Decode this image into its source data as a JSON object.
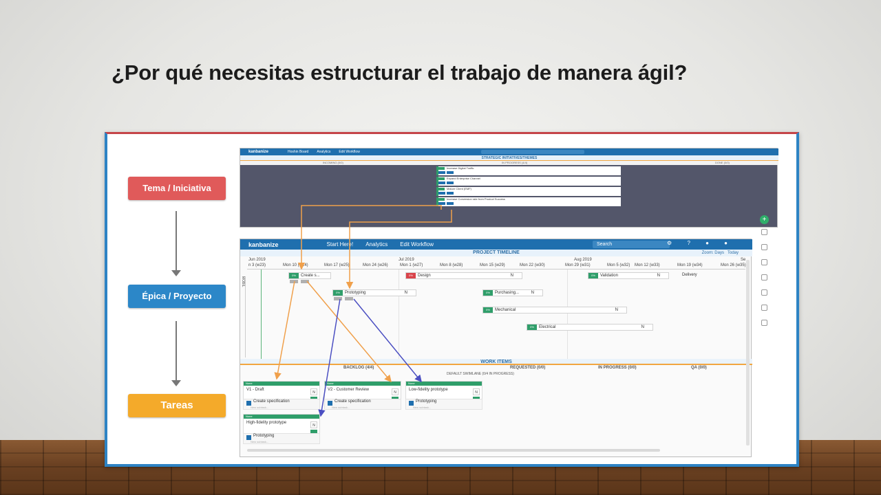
{
  "slide": {
    "title": "¿Por qué necesitas estructurar el trabajo de manera ágil?"
  },
  "hierarchy": {
    "level1": "Tema / Iniciativa",
    "level2": "Épica / Proyecto",
    "level3": "Tareas"
  },
  "kanbanize_top": {
    "logo": "kanbanize",
    "board_menu": "Hoshin Board",
    "analytics": "Analytics",
    "edit_workflow": "Edit Workflow",
    "band": "STRATEGIC INITIATIVES/THEMES",
    "columns": [
      "INCOMING (0/0)",
      "IN PROGRESS (4/4)",
      "DONE (0/0)"
    ],
    "cards": [
      "Increase Digital Traffic",
      "Expand Enterprise Channel",
      "Mature Client (EMF)",
      "Increase Conversion rate from Product Success"
    ]
  },
  "kanbanize_bottom": {
    "logo": "kanbanize",
    "board_menu": "Start Here!",
    "analytics": "Analytics",
    "edit_workflow": "Edit Workflow",
    "search_placeholder": "Search",
    "timeline_title": "PROJECT TIMELINE",
    "zoom_label": "Zoom: Days",
    "today_label": "Today",
    "months": [
      "Jun 2019",
      "Jul 2019",
      "Aug 2019",
      "Se"
    ],
    "weeks": [
      "n 3 (w23)",
      "Mon 10 (w24)",
      "Mon 17 (w25)",
      "Mon 24 (w26)",
      "Mon 1 (w27)",
      "Mon 8 (w28)",
      "Mon 15 (w29)",
      "Mon 22 (w30)",
      "Mon 29 (w31)",
      "Mon 5 (w32)",
      "Mon 12 (w33)",
      "Mon 19 (w34)",
      "Mon 26 (w35)"
    ],
    "lane_label": "MOBIL",
    "bars": [
      {
        "tag": "0%",
        "label": "Create s...",
        "n": "N"
      },
      {
        "tag": "0%",
        "label": "Design",
        "n": "N"
      },
      {
        "tag": "0%",
        "label": "Validation",
        "n": "N"
      },
      {
        "tag": "",
        "label": "Delivery",
        "n": ""
      },
      {
        "tag": "0%",
        "label": "Prototyping",
        "n": "N"
      },
      {
        "tag": "0%",
        "label": "Purchasing...",
        "n": "N"
      },
      {
        "tag": "0%",
        "label": "Mechanical",
        "n": "N"
      },
      {
        "tag": "0%",
        "label": "Electrical",
        "n": "N"
      }
    ],
    "work_items_title": "WORK ITEMS",
    "work_columns": [
      "BACKLOG (4/4)",
      "REQUESTED (0/0)",
      "IN PROGRESS (0/0)",
      "QA (0/0)"
    ],
    "swimlane": "DEFAULT SWIMLANE (0/4 IN PROGRESS)",
    "work_cards": [
      {
        "header": "None",
        "title": "V1 - Draft",
        "status": "N"
      },
      {
        "header": "None",
        "title": "V2 - Customer Review",
        "status": "N"
      },
      {
        "header": "None",
        "title": "Low-fidelity prototype",
        "status": "N"
      },
      {
        "header": "None",
        "title": "High-fidelity prototype",
        "status": "N"
      }
    ],
    "subtasks": [
      {
        "label": "Create specification",
        "placeholder": "New subtask..."
      },
      {
        "label": "Create specification",
        "placeholder": "New subtask..."
      },
      {
        "label": "Prototyping",
        "placeholder": "New subtask..."
      },
      {
        "label": "Prototyping",
        "placeholder": "New subtask..."
      }
    ]
  },
  "colors": {
    "red_pill": "#e05a5a",
    "blue_pill": "#2c87c8",
    "orange_pill": "#f4aa2a",
    "kanbanize_blue": "#1f6fae",
    "arrow_orange": "#f0a04b",
    "arrow_blue": "#4b4fc2"
  }
}
